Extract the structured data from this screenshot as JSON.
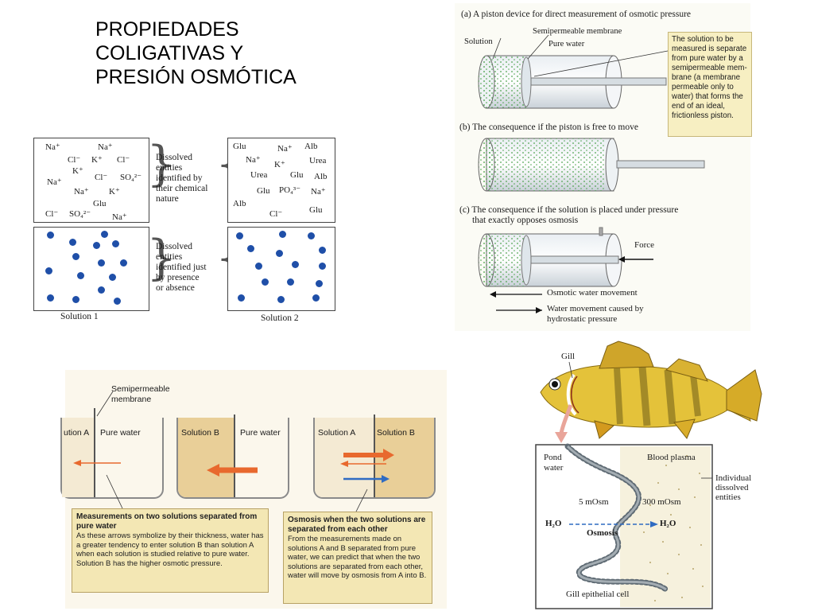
{
  "title": {
    "line1": "PROPIEDADES",
    "line2": "COLIGATIVAS Y",
    "line3": "PRESIÓN OSMÓTICA"
  },
  "solutions_figure": {
    "solution1_ions": [
      "Na⁺",
      "Na⁺",
      "Cl⁻",
      "K⁺",
      "Cl⁻",
      "K⁺",
      "Cl⁻",
      "SO₄²⁻",
      "Na⁺",
      "Na⁺",
      "K⁺",
      "Glu",
      "Cl⁻",
      "SO₄²⁻",
      "Na⁺"
    ],
    "solution2_ions": [
      "Glu",
      "Na⁺",
      "Alb",
      "Na⁺",
      "K⁺",
      "Urea",
      "Urea",
      "Glu",
      "Alb",
      "Glu",
      "PO₄³⁻",
      "Na⁺",
      "Alb",
      "Cl⁻",
      "Glu"
    ],
    "label_top": [
      "Dissolved",
      "entities",
      "identified by",
      "their chemical",
      "nature"
    ],
    "label_bottom": [
      "Dissolved",
      "entities",
      "identified just",
      "by presence",
      "or absence"
    ],
    "solution1_caption": "Solution 1",
    "solution2_caption": "Solution 2"
  },
  "piston_figure": {
    "caption_a": "(a)  A piston device for direct measurement of osmotic pressure",
    "label_membrane": "Semipermeable membrane",
    "label_solution": "Solution",
    "label_pure_water": "Pure water",
    "note_lines": [
      "The solution to be",
      "measured is separate",
      "from pure water by a",
      "semipermeable mem-",
      "brane (a membrane",
      "permeable only to",
      "water) that forms the",
      "end of an ideal,",
      "frictionless piston."
    ],
    "caption_b": "(b)  The consequence if the piston is free to move",
    "caption_c1": "(c)  The consequence if the solution is placed under pressure",
    "caption_c2": "that exactly opposes osmosis",
    "label_force": "Force",
    "legend_osmotic": "Osmotic water movement",
    "legend_hydro1": "Water movement caused by",
    "legend_hydro2": "hydrostatic pressure"
  },
  "beaker_figure": {
    "label_membrane1": "Semipermeable",
    "label_membrane2": "membrane",
    "beaker1_left": "ution A",
    "beaker1_right": "Pure water",
    "beaker2_left": "Solution B",
    "beaker2_right": "Pure water",
    "beaker3_left": "Solution A",
    "beaker3_right": "Solution B",
    "callout1_title": "Measurements on two solutions separated from pure water",
    "callout1_text": "As these arrows symbolize by their thickness, water has a greater tendency to enter solution B than solution A when each solution is studied relative to pure water. Solution B has the higher osmotic pressure.",
    "callout2_title": "Osmosis when the two solutions are separated from each other",
    "callout2_text": "From the measurements made on solutions A and B separated from pure water, we can predict that when the two solutions are separated from each other, water will move by osmosis from A into B.",
    "colors": {
      "solution_a": "#f5ead2",
      "solution_b": "#e9cf98",
      "arrow_orange": "#e8692e",
      "arrow_blue": "#2f6bc2"
    }
  },
  "fish_figure": {
    "label_gill": "Gill",
    "label_pond1": "Pond",
    "label_pond2": "water",
    "label_blood": "Blood plasma",
    "label_individual1": "Individual",
    "label_individual2": "dissolved",
    "label_individual3": "entities",
    "conc_left": "5 mOsm",
    "conc_right": "300 mOsm",
    "h2o_left": "H₂O",
    "h2o_right": "H₂O",
    "label_osmosis": "Osmosis",
    "label_cell": "Gill epithelial cell"
  }
}
